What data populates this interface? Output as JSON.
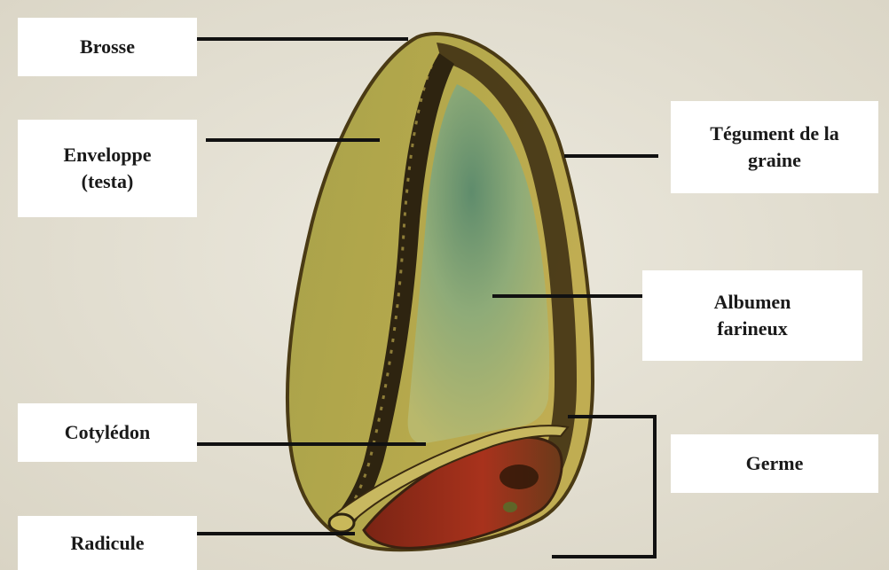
{
  "diagram": {
    "labels": {
      "brosse": "Brosse",
      "enveloppe_line1": "Enveloppe",
      "enveloppe_line2": "(testa)",
      "tegument_line1": "Tégument de la",
      "tegument_line2": "graine",
      "albumen_line1": "Albumen",
      "albumen_line2": "farineux",
      "cotyledon": "Cotylédon",
      "germe": "Germe",
      "radicule": "Radicule"
    }
  }
}
